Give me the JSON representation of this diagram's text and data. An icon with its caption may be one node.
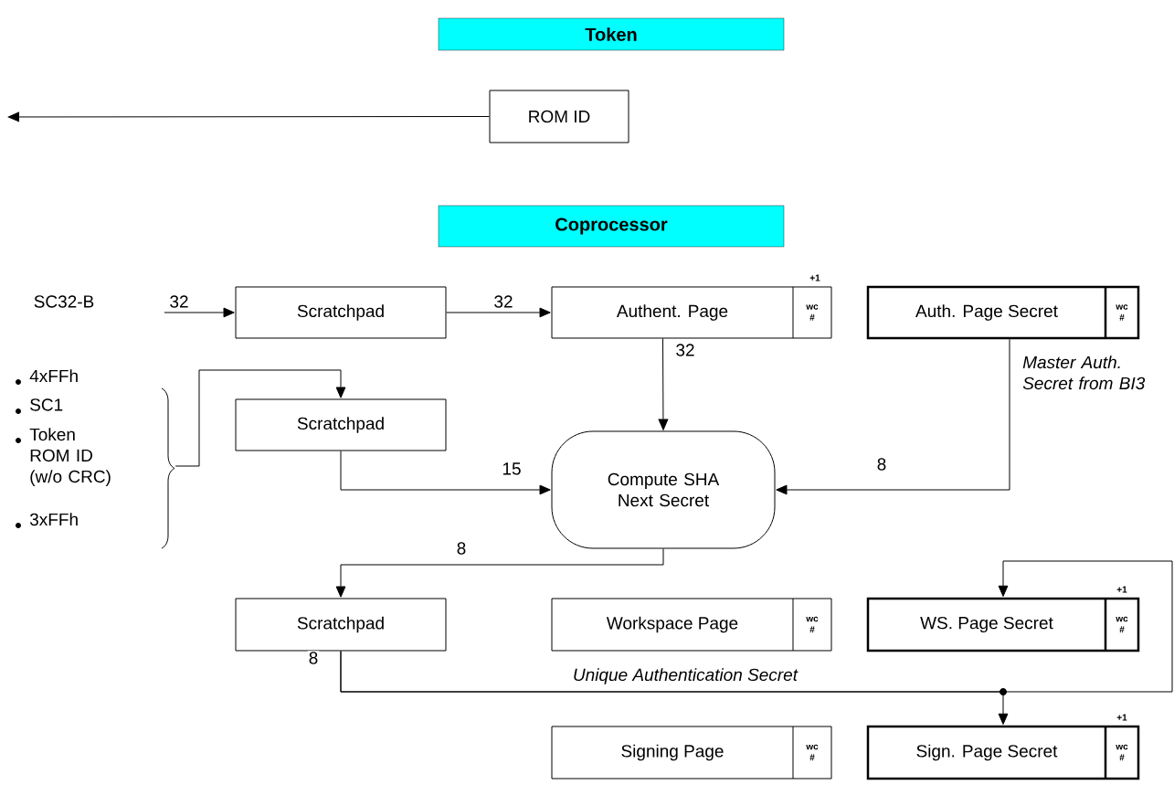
{
  "diagram": {
    "nodes": [
      {
        "text": [
          "Token"
        ]
      },
      {
        "text": [
          "ROM ID"
        ]
      },
      {
        "text": [
          "Coprocessor"
        ]
      },
      {
        "text": [
          "Scratchpad"
        ]
      },
      {
        "text": [
          "Authent. Page",
          "wc #"
        ],
        "beside": [
          "+1"
        ]
      },
      {
        "text": [
          "Auth. Page Secret",
          "wc #"
        ]
      },
      {
        "text": [
          "4xFFh",
          "SC1",
          "Token ROM ID (w/o CRC)",
          "3xFFh"
        ]
      },
      {
        "text": [
          "Scratchpad"
        ]
      },
      {
        "text": [
          "Compute SHA Next Secret"
        ]
      },
      {
        "text": [
          "Scratchpad"
        ]
      },
      {
        "text": [
          "Workspace Page",
          "wc #"
        ]
      },
      {
        "text": [
          "WS. Page Secret",
          "wc #"
        ],
        "beside": [
          "+1"
        ]
      },
      {
        "text": [
          "Signing Page",
          "wc #"
        ]
      },
      {
        "text": [
          "Sign. Page Secret",
          "wc #"
        ],
        "beside": [
          "+1"
        ]
      }
    ],
    "edges": [
      {
        "from": 1,
        "to": null,
        "arrow": "to"
      },
      {
        "from": null,
        "to": 3,
        "arrow": "to",
        "label": "32"
      },
      {
        "from": 3,
        "to": 4,
        "arrow": "to",
        "label": "32"
      },
      {
        "from": 4,
        "to": 8,
        "arrow": "to",
        "label": "32"
      },
      {
        "from": 5,
        "to": 8,
        "arrow": "to",
        "label": "8"
      },
      {
        "from": 6,
        "to": 7,
        "arrow": "to"
      },
      {
        "from": 7,
        "to": 8,
        "arrow": "to",
        "label": "15"
      },
      {
        "from": 8,
        "to": 9,
        "arrow": "to",
        "label": "8"
      },
      {
        "from": 9,
        "to": 13,
        "arrow": "to",
        "label": "8"
      },
      {
        "from": 9,
        "to": 11,
        "arrow": "to"
      }
    ],
    "labels": [
      "SC32-B",
      "Master Auth. Secret from BI3",
      "Unique Authentication Secret"
    ]
  }
}
